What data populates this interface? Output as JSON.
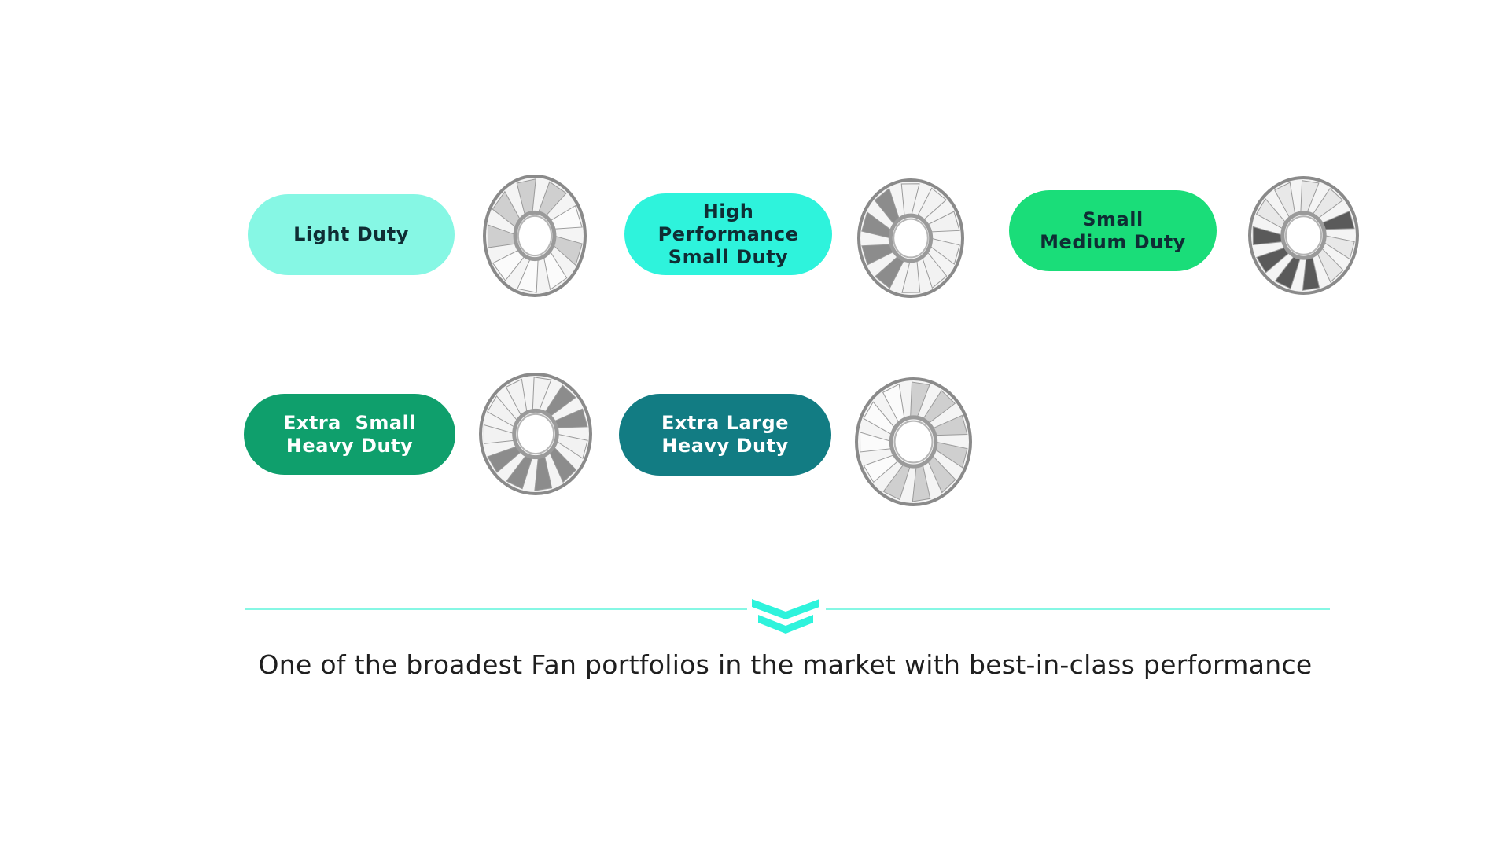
{
  "portfolio": {
    "categories": [
      {
        "lines": [
          "Light Duty"
        ],
        "fill": "#86f7e4",
        "text_color": "#0f2d34"
      },
      {
        "lines": [
          "High",
          "Performance",
          "Small Duty"
        ],
        "fill": "#2ef3dc",
        "text_color": "#0f2d34"
      },
      {
        "lines": [
          "Small",
          "Medium Duty"
        ],
        "fill": "#1add79",
        "text_color": "#0f2d34"
      },
      {
        "lines": [
          "Extra  Small",
          "Heavy Duty"
        ],
        "fill": "#0f9f6c",
        "text_color": "#ffffff"
      },
      {
        "lines": [
          "Extra Large",
          "Heavy Duty"
        ],
        "fill": "#127c83",
        "text_color": "#ffffff"
      }
    ],
    "fan_icons": [
      "fan-icon",
      "fan-icon",
      "fan-icon",
      "fan-icon",
      "fan-icon"
    ]
  },
  "footer": {
    "divider_color": "#86f7e4",
    "chevron_color": "#2ef3dc",
    "chevron_icon": "double-chevron-down-icon",
    "tagline": "One of the broadest Fan portfolios in the market with best-in-class performance"
  }
}
